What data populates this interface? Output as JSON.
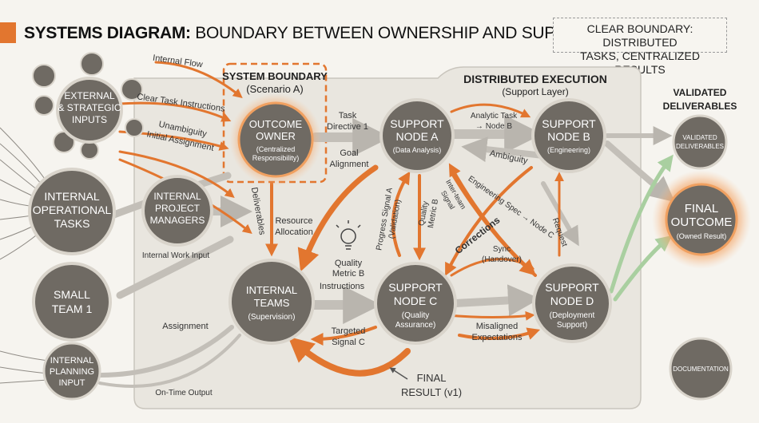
{
  "title": {
    "bold": "SYSTEMS DIAGRAM:",
    "rest": " BOUNDARY BETWEEN OWNERSHIP AND SUPPORT"
  },
  "callout": {
    "line1": "CLEAR BOUNDARY: DISTRIBUTED",
    "line2": "TASKS, CENTRALIZED RESULTS"
  },
  "regions": {
    "boundary": {
      "line1": "SYSTEM BOUNDARY",
      "line2": "(Scenario A)"
    },
    "distributed": {
      "line1": "DISTRIBUTED EXECUTION",
      "line2": "(Support Layer)"
    }
  },
  "nodes": {
    "external": {
      "lines": [
        "EXTERNAL",
        "& STRATEGIC",
        "INPUTS"
      ]
    },
    "operational": {
      "lines": [
        "INTERNAL",
        "OPERATIONAL",
        "TASKS"
      ]
    },
    "small_team": {
      "lines": [
        "SMALL",
        "TEAM 1"
      ]
    },
    "planning": {
      "lines": [
        "INTERNAL",
        "PLANNING",
        "INPUT"
      ]
    },
    "managers": {
      "lines": [
        "INTERNAL",
        "PROJECT",
        "MANAGERS"
      ]
    },
    "owner": {
      "lines": [
        "OUTCOME",
        "OWNER"
      ],
      "sub": [
        "(Centralized",
        "Responsibility)"
      ]
    },
    "teams": {
      "lines": [
        "INTERNAL",
        "TEAMS"
      ],
      "sub": [
        "(Supervision)"
      ]
    },
    "node_a": {
      "lines": [
        "SUPPORT",
        "NODE A"
      ],
      "sub": [
        "(Data Analysis)"
      ]
    },
    "node_b": {
      "lines": [
        "SUPPORT",
        "NODE B"
      ],
      "sub": [
        "(Engineering)"
      ]
    },
    "node_c": {
      "lines": [
        "SUPPORT",
        "NODE C"
      ],
      "sub": [
        "(Quality",
        "Assurance)"
      ]
    },
    "node_d": {
      "lines": [
        "SUPPORT",
        "NODE D"
      ],
      "sub": [
        "(Deployment",
        "Support)"
      ]
    },
    "validated": {
      "lines": [
        "VALIDATED",
        "DELIVERABLES"
      ]
    },
    "final": {
      "lines": [
        "FINAL",
        "OUTCOME"
      ],
      "sub": [
        "(Owned Result)"
      ]
    },
    "documentation": {
      "lines": [
        "DOCUMENTATION"
      ]
    }
  },
  "validated_header": [
    "VALIDATED",
    "DELIVERABLES"
  ],
  "labels": {
    "internal_flow": "Internal Flow",
    "clear_task": "Clear Task Instructions",
    "unambiguity": [
      "Unambiguity",
      "Initial Assignment"
    ],
    "task_directive": [
      "Task",
      "Directive 1"
    ],
    "goal_alignment": [
      "Goal",
      "Alignment"
    ],
    "deliverables": "Deliverables",
    "resource_allocation": [
      "Resource",
      "Allocation"
    ],
    "internal_work_input": "Internal Work Input",
    "quality_metric_b": [
      "Quality",
      "Metric B"
    ],
    "instructions": "Instructions",
    "assignment": "Assignment",
    "targeted_signal": [
      "Targeted",
      "Signal C"
    ],
    "on_time_output": "On-Time Output",
    "final_result": [
      "FINAL",
      "RESULT (v1)"
    ],
    "analytic_task": [
      "Analytic Task",
      "→ Node B"
    ],
    "ambiguity": "Ambiguity",
    "progress_signal": [
      "Progress Signal A",
      "(Validation)"
    ],
    "quality_metric_b_vert": [
      "Quality",
      "Metric B"
    ],
    "inter_team_signal": [
      "Inter-team",
      "Signal"
    ],
    "engineering_spec": "Engineering Spec → Node C",
    "corrections": "Corrections",
    "sync_handover": [
      "Sync",
      "(Handover)"
    ],
    "request": "Request",
    "misaligned": [
      "Misaligned",
      "Expectations"
    ]
  },
  "colors": {
    "accent": "#e2762f",
    "node_fill": "#6f6a63",
    "node_ring": "#d9d4cb",
    "panel": "#e9e6df",
    "arrow_gray": "#b9b5ae",
    "arrow_green": "#a9cfa0"
  }
}
